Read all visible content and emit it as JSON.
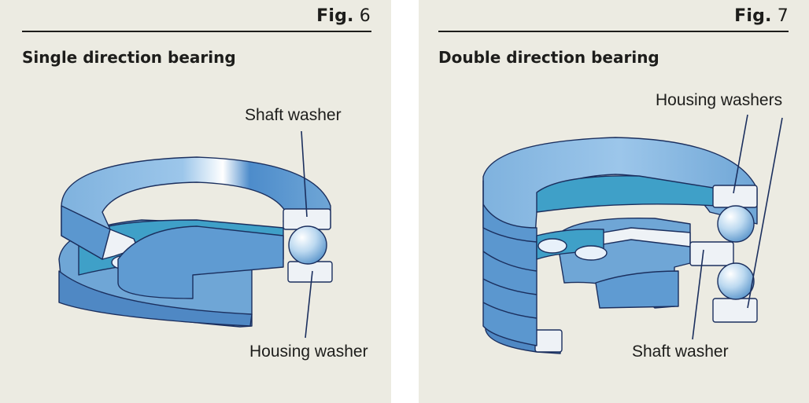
{
  "figures": [
    {
      "fig_prefix": "Fig.",
      "fig_number": "6",
      "title": "Single direction bearing",
      "labels": {
        "top": "Shaft washer",
        "bottom": "Housing washer"
      }
    },
    {
      "fig_prefix": "Fig.",
      "fig_number": "7",
      "title": "Double direction bearing",
      "labels": {
        "top": "Housing washers",
        "bottom": "Shaft washer"
      }
    }
  ],
  "colors": {
    "panel_bg": "#ecebe2",
    "washer_blue": "#6fa6d6",
    "washer_blue_light": "#a9cdec",
    "washer_blue_dark": "#3f7fbf",
    "outline": "#1b2f5e",
    "cage_teal": "#3fa0c8",
    "section_white": "#eef2f6",
    "ball": "#cfe5f5"
  }
}
